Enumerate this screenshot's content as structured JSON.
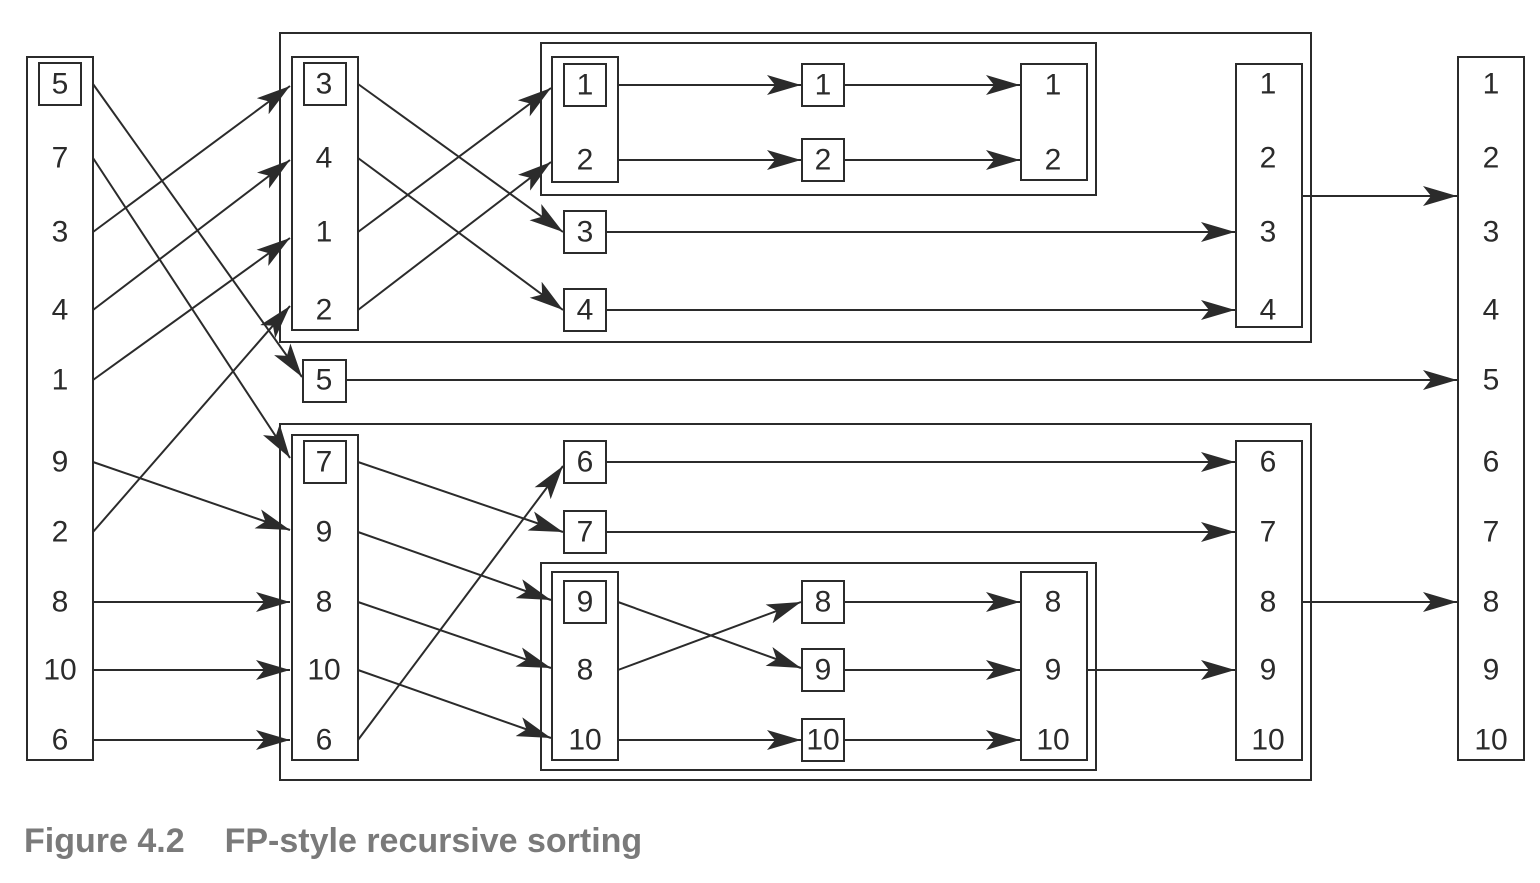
{
  "caption": {
    "label": "Figure 4.2",
    "title": "FP-style recursive sorting"
  },
  "input": [
    "5",
    "7",
    "3",
    "4",
    "1",
    "9",
    "2",
    "8",
    "10",
    "6"
  ],
  "pivot_top": "5",
  "upper": {
    "partition": [
      "3",
      "4",
      "1",
      "2"
    ],
    "inner": {
      "partition": [
        "1",
        "2"
      ],
      "step": [
        "1",
        "2"
      ],
      "result": [
        "1",
        "2"
      ]
    },
    "step": [
      "3",
      "4"
    ],
    "result": [
      "1",
      "2",
      "3",
      "4"
    ]
  },
  "lower": {
    "partition": [
      "7",
      "9",
      "8",
      "10",
      "6"
    ],
    "step": [
      "6",
      "7"
    ],
    "inner": {
      "partition": [
        "9",
        "8",
        "10"
      ],
      "step": [
        "8",
        "9",
        "10"
      ],
      "result": [
        "8",
        "9",
        "10"
      ]
    },
    "result": [
      "6",
      "7",
      "8",
      "9",
      "10"
    ]
  },
  "output": [
    "1",
    "2",
    "3",
    "4",
    "5",
    "6",
    "7",
    "8",
    "9",
    "10"
  ],
  "colors": {
    "line": "#2b2b2b",
    "caption": "#7a7a7a"
  }
}
